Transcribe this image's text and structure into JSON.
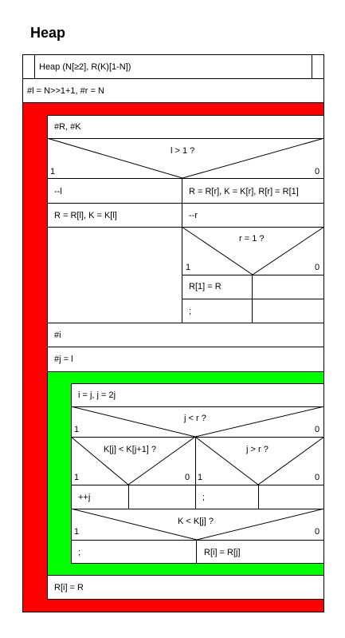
{
  "page": {
    "title": "Heap"
  },
  "diagram": {
    "header": "Heap (N[≥2], R(K)[1-N])",
    "init": "#l = N>>1+1, #r = N",
    "outer_loop": {
      "first": "#R, #K",
      "cond1": {
        "text": "l > 1 ?",
        "yes": "1",
        "no": "0"
      },
      "cond1_yes_1": "--l",
      "cond1_no_1": "R = R[r], K = K[r], R[r] = R[1]",
      "cond1_yes_2": "R = R[l], K = K[l]",
      "cond1_no_2": "--r",
      "cond2": {
        "text": "r = 1 ?",
        "yes": "1",
        "no": "0"
      },
      "cond2_yes": "R[1] = R",
      "cond2_yes_2": ";",
      "decl_i": "#i",
      "decl_j": "#j = l",
      "inner_loop": {
        "first": "i = j, j = 2j",
        "cond3": {
          "text": "j < r ?",
          "yes": "1",
          "no": "0"
        },
        "cond4": {
          "text": "K[j] < K[j+1] ?",
          "yes": "1",
          "no": "0"
        },
        "cond5": {
          "text": "j > r ?",
          "yes": "1",
          "no": "0"
        },
        "cond4_yes": "++j",
        "cond5_yes": ";",
        "cond6": {
          "text": "K < K[j] ?",
          "yes": "1",
          "no": "0"
        },
        "cond6_yes": ";",
        "cond6_no": "R[i] = R[j]"
      },
      "last": "R[i] = R"
    },
    "colors": {
      "outer_loop": "#ff0000",
      "inner_loop": "#00ff00",
      "line": "#000000"
    }
  }
}
